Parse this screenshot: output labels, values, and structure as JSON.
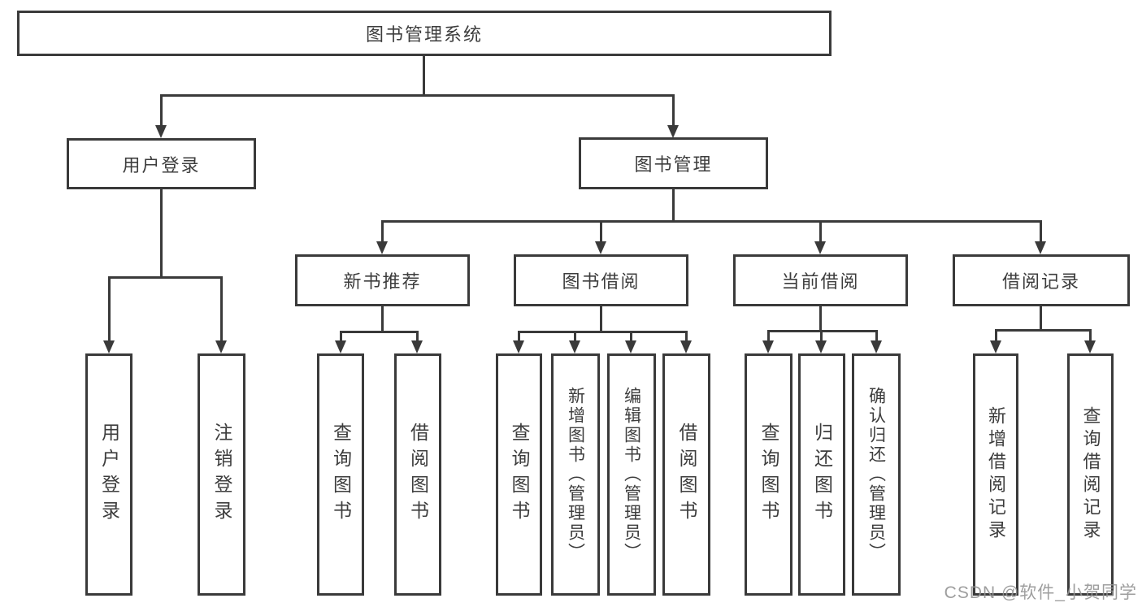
{
  "diagram": {
    "title": "图书管理系统",
    "root": {
      "label": "图书管理系统"
    },
    "level2": [
      {
        "label": "用户登录"
      },
      {
        "label": "图书管理"
      }
    ],
    "level3": [
      {
        "label": "新书推荐"
      },
      {
        "label": "图书借阅"
      },
      {
        "label": "当前借阅"
      },
      {
        "label": "借阅记录"
      }
    ],
    "leaves": {
      "user_login": [
        "用户登录",
        "注销登录"
      ],
      "new_book": [
        "查询图书",
        "借阅图书"
      ],
      "book_borrow": [
        "查询图书",
        "新增图书（管理员）",
        "编辑图书（管理员）",
        "借阅图书"
      ],
      "current_borrow": [
        "查询图书",
        "归还图书",
        "确认归还（管理员）"
      ],
      "borrow_record": [
        "新增借阅记录",
        "查询借阅记录"
      ]
    }
  },
  "watermark": {
    "text": "CSDN @软件_小贺同学"
  },
  "colors": {
    "line": "#3a3a3a",
    "text": "#3d3d3d",
    "background": "#ffffff",
    "watermark": "#949494"
  }
}
